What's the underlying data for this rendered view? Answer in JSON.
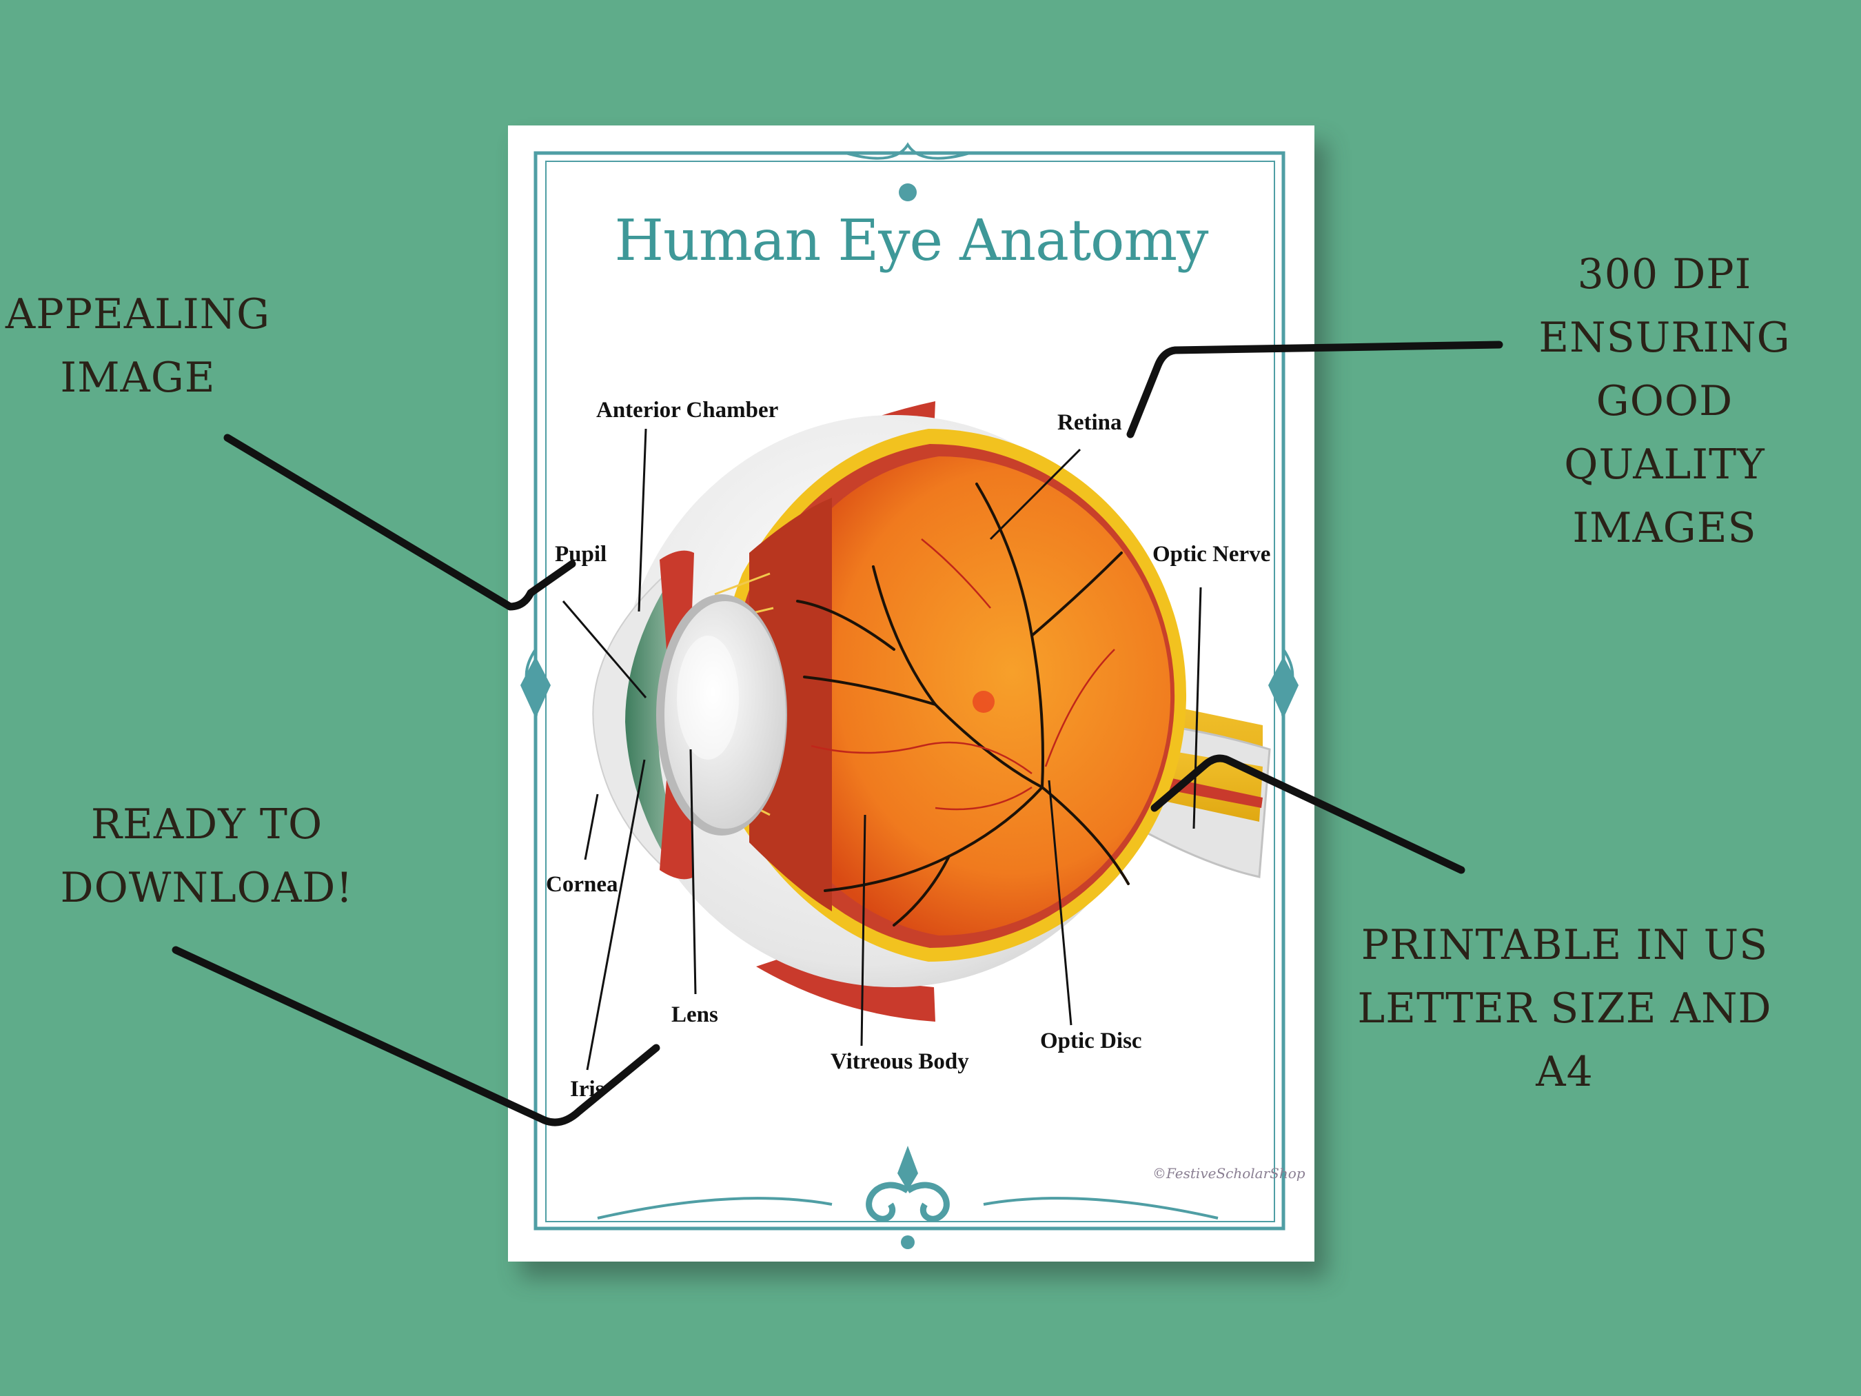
{
  "promo": {
    "appealing": [
      "APPEALING",
      "IMAGE"
    ],
    "download": [
      "READY TO",
      "DOWNLOAD!"
    ],
    "dpi": [
      "300 DPI",
      "ENSURING",
      "GOOD",
      "QUALITY",
      "IMAGES"
    ],
    "print": [
      "PRINTABLE IN US",
      "LETTER SIZE AND",
      "A4"
    ]
  },
  "poster": {
    "title": "Human Eye Anatomy",
    "watermark": "©FestiveScholarShop",
    "labels": {
      "anterior_chamber": "Anterior Chamber",
      "retina": "Retina",
      "pupil": "Pupil",
      "optic_nerve": "Optic Nerve",
      "cornea": "Cornea",
      "lens": "Lens",
      "iris": "Iris",
      "vitreous_body": "Vitreous Body",
      "optic_disc": "Optic Disc"
    }
  },
  "colors": {
    "background": "#5fac8a",
    "frame": "#4f9ea4",
    "title": "#3e9898",
    "pointer": "#111111"
  }
}
